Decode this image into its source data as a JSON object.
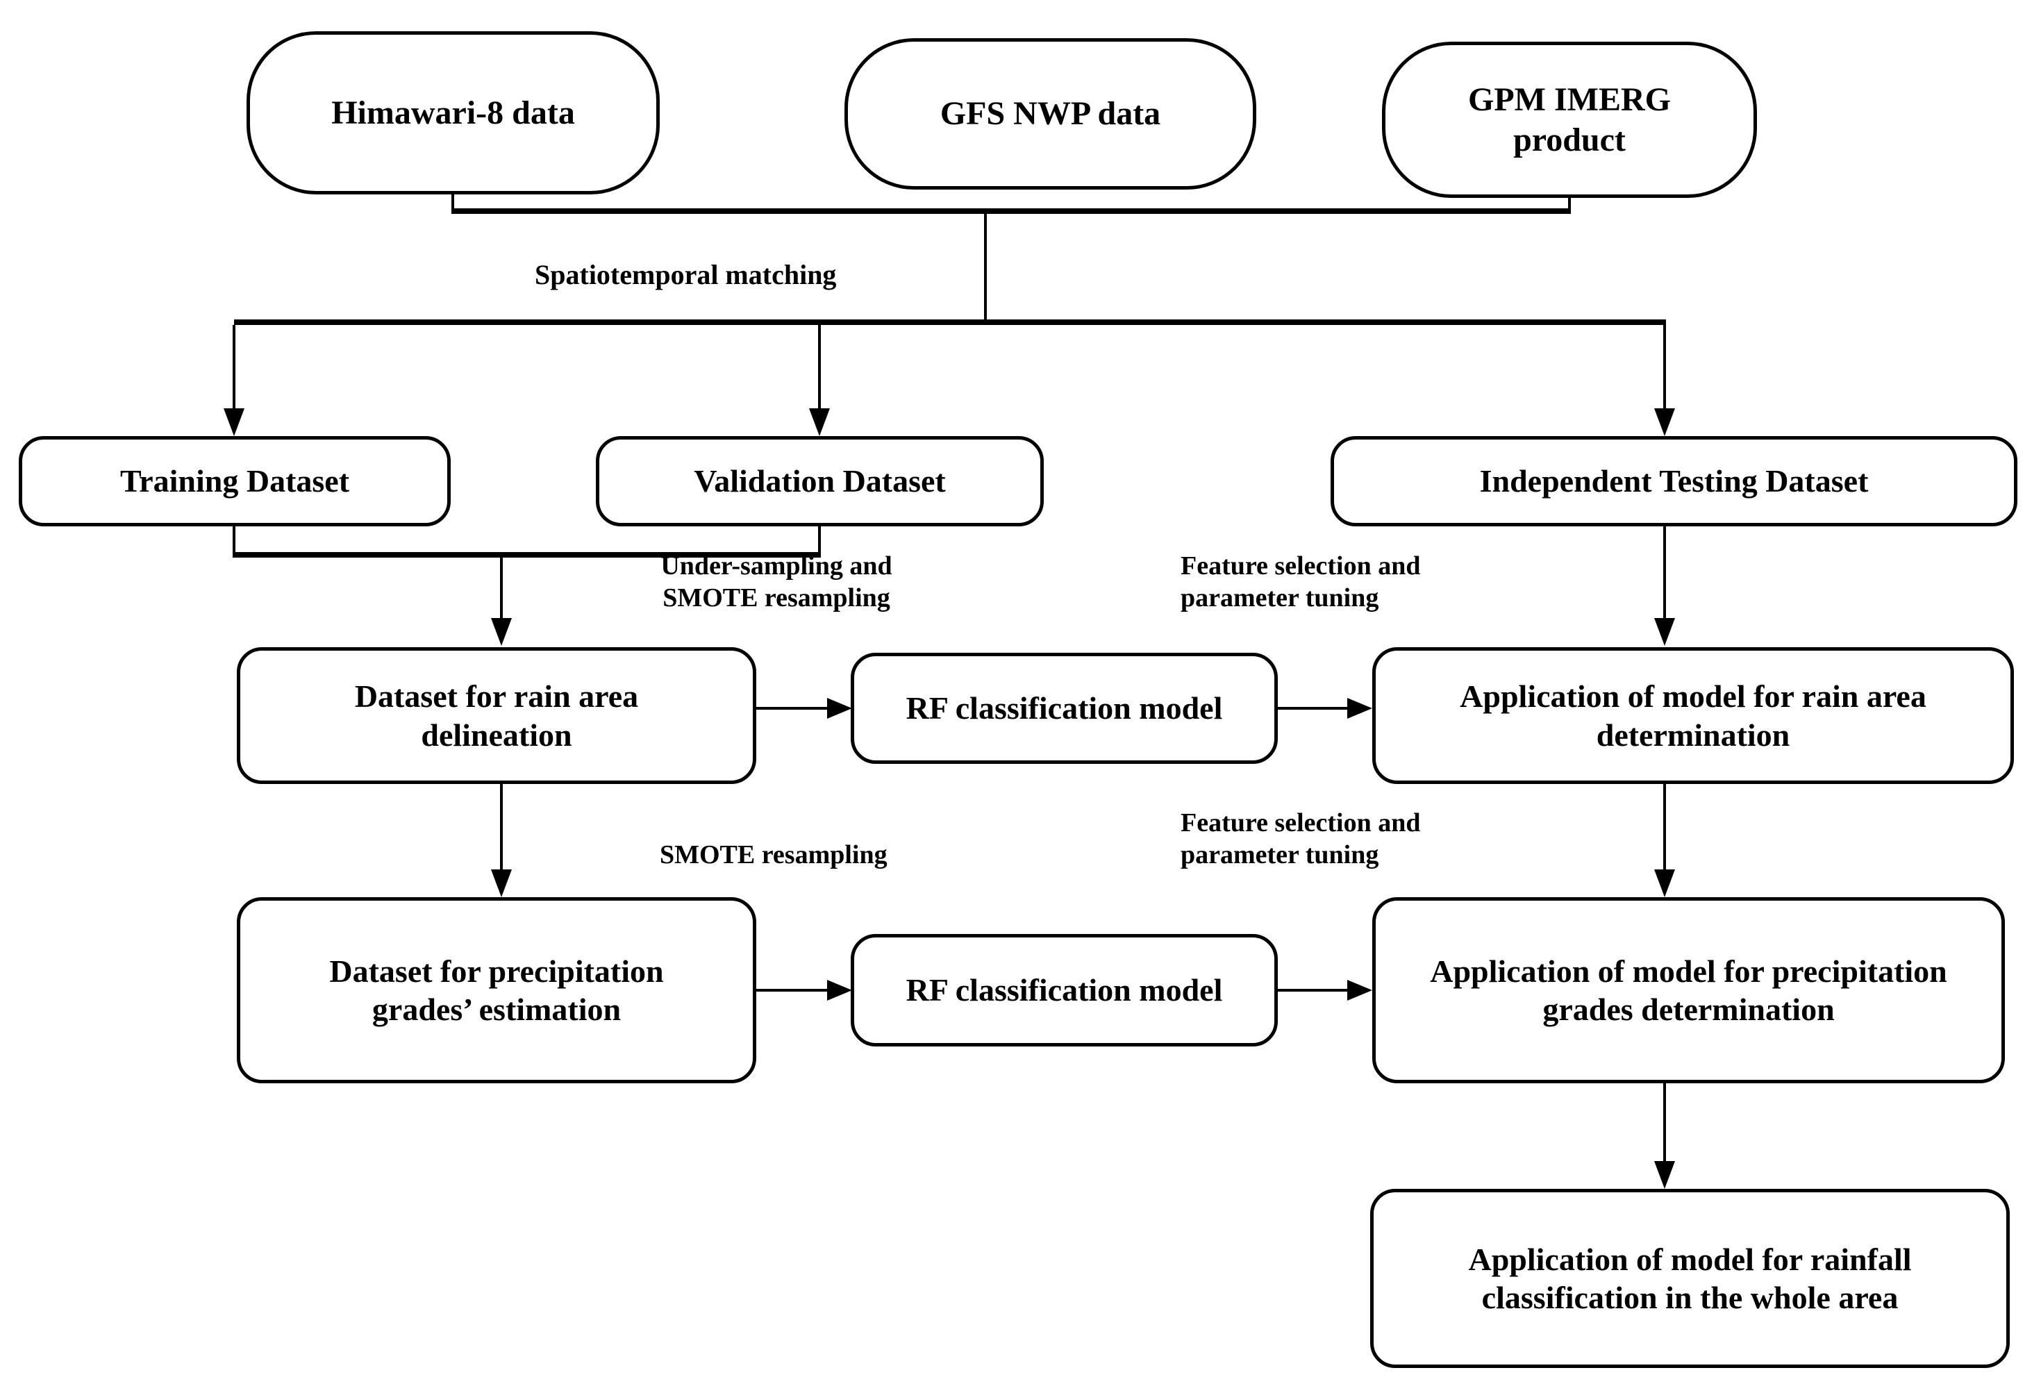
{
  "figure_type": "flowchart",
  "colors": {
    "background": "#ffffff",
    "line": "#000000",
    "text": "#000000",
    "node_fill": "#ffffff"
  },
  "nodes": {
    "himawari": {
      "label": "Himawari-8 data"
    },
    "gfs": {
      "label": "GFS NWP data"
    },
    "gpm": {
      "label": "GPM IMERG product"
    },
    "training": {
      "label": "Training Dataset"
    },
    "validation": {
      "label": "Validation Dataset"
    },
    "testing": {
      "label": "Independent Testing Dataset"
    },
    "dataset_rain": {
      "label": "Dataset for rain area delineation"
    },
    "rf_model_1": {
      "label": "RF classification model"
    },
    "app_rain": {
      "label": "Application of model for rain area determination"
    },
    "dataset_precip": {
      "label": "Dataset for precipitation grades’ estimation"
    },
    "rf_model_2": {
      "label": "RF classification model"
    },
    "app_precip": {
      "label": "Application of model for precipitation grades determination"
    },
    "app_whole": {
      "label": "Application of model for rainfall classification in the whole area"
    }
  },
  "edge_labels": {
    "spatiotemporal": "Spatiotemporal matching",
    "undersampling_smote": "Under-sampling and SMOTE resampling",
    "feature_tuning_1": "Feature selection and parameter tuning",
    "smote": "SMOTE resampling",
    "feature_tuning_2": "Feature selection and parameter tuning"
  }
}
